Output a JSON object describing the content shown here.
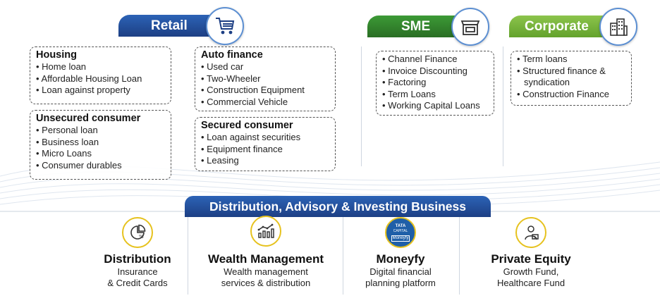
{
  "retail": {
    "title": "Retail",
    "icon": "shopping-cart-icon",
    "housing": {
      "heading": "Housing",
      "items": [
        "Home loan",
        "Affordable Housing Loan",
        "Loan against property"
      ]
    },
    "unsecured": {
      "heading": "Unsecured consumer",
      "items": [
        "Personal loan",
        "Business loan",
        "Micro Loans",
        "Consumer durables"
      ]
    },
    "auto": {
      "heading": "Auto finance",
      "items": [
        "Used car",
        "Two-Wheeler",
        "Construction Equipment",
        "Commercial Vehicle"
      ]
    },
    "secured": {
      "heading": "Secured consumer",
      "items": [
        "Loan against securities",
        "Equipment finance",
        "Leasing"
      ]
    }
  },
  "sme": {
    "title": "SME",
    "icon": "storefront-icon",
    "items": [
      "Channel Finance",
      "Invoice Discounting",
      "Factoring",
      "Term Loans",
      "Working Capital Loans"
    ]
  },
  "corporate": {
    "title": "Corporate",
    "icon": "buildings-icon",
    "items": [
      "Term loans",
      "Structured finance & syndication",
      "Construction Finance"
    ]
  },
  "distribution": {
    "title": "Distribution, Advisory & Investing Business",
    "columns": [
      {
        "title": "Distribution",
        "lines": [
          "Insurance",
          "& Credit Cards"
        ],
        "icon": "pie-chart-icon"
      },
      {
        "title": "Wealth Management",
        "lines": [
          "Wealth management",
          "services & distribution"
        ],
        "icon": "growth-chart-icon"
      },
      {
        "title": "Moneyfy",
        "lines": [
          "Digital financial",
          "planning platform"
        ],
        "icon": "moneyfy-logo-icon",
        "logo_text": [
          "TATA",
          "CAPITAL",
          "Moneyfy"
        ]
      },
      {
        "title": "Private Equity",
        "lines": [
          "Growth Fund,",
          "Healthcare Fund"
        ],
        "icon": "investor-icon"
      }
    ]
  },
  "colors": {
    "retail_blue": "#1d3f84",
    "sme_green": "#2a6e24",
    "corporate_green": "#63a22c",
    "accent_yellow": "#e6c21e"
  }
}
